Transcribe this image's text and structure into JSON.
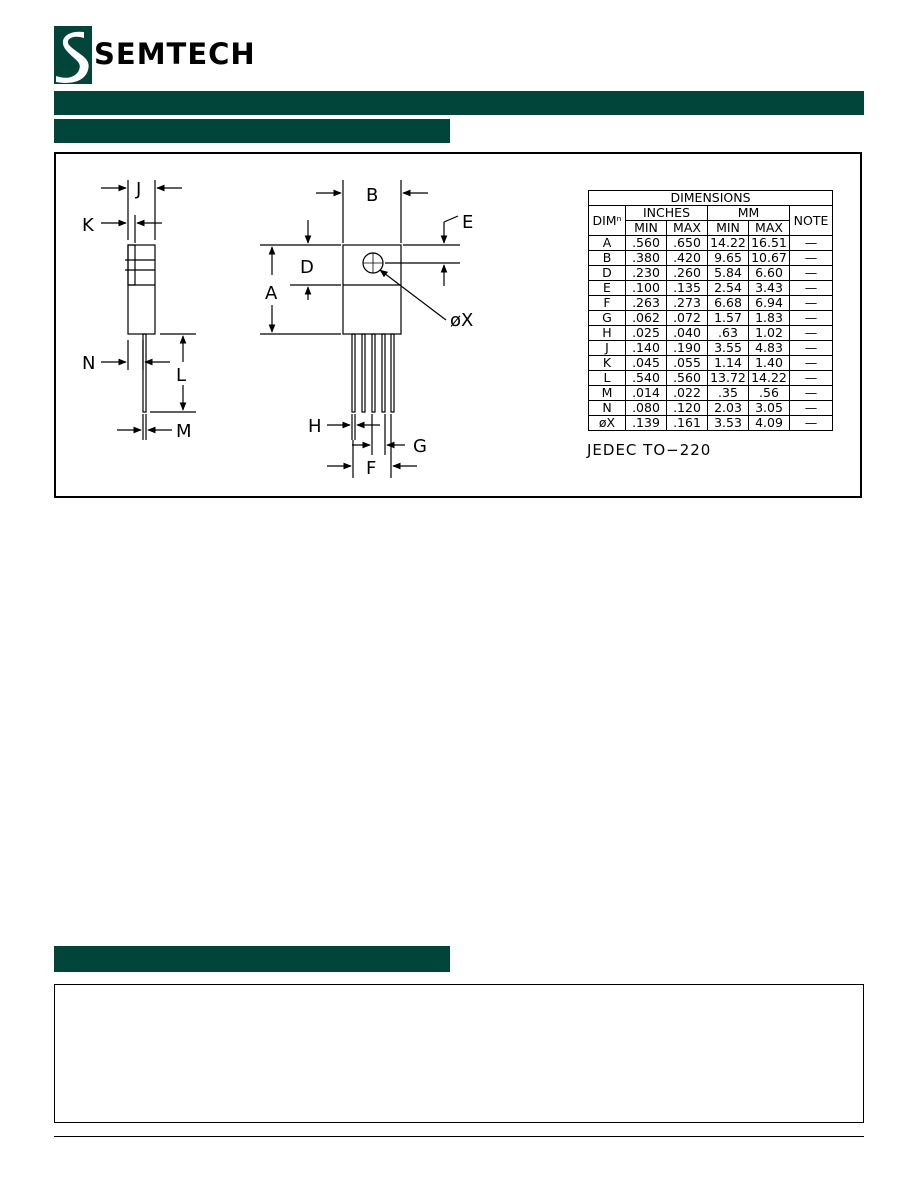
{
  "brand": {
    "name": "SEMTECH",
    "color": "#00443a"
  },
  "drawing": {
    "labels": {
      "J": "J",
      "K": "K",
      "N": "N",
      "L": "L",
      "M": "M",
      "B": "B",
      "E": "E",
      "D": "D",
      "A": "A",
      "X": "øX",
      "H": "H",
      "F": "F",
      "G": "G"
    }
  },
  "table": {
    "title": "DIMENSIONS",
    "dim_header": "DIMⁿ",
    "inches_header": "INCHES",
    "mm_header": "MM",
    "note_header": "NOTE",
    "min_label": "MIN",
    "max_label": "MAX",
    "rows": [
      {
        "dim": "A",
        "in_min": ".560",
        "in_max": ".650",
        "mm_min": "14.22",
        "mm_max": "16.51",
        "note": "—"
      },
      {
        "dim": "B",
        "in_min": ".380",
        "in_max": ".420",
        "mm_min": "9.65",
        "mm_max": "10.67",
        "note": "—"
      },
      {
        "dim": "D",
        "in_min": ".230",
        "in_max": ".260",
        "mm_min": "5.84",
        "mm_max": "6.60",
        "note": "—"
      },
      {
        "dim": "E",
        "in_min": ".100",
        "in_max": ".135",
        "mm_min": "2.54",
        "mm_max": "3.43",
        "note": "—"
      },
      {
        "dim": "F",
        "in_min": ".263",
        "in_max": ".273",
        "mm_min": "6.68",
        "mm_max": "6.94",
        "note": "—"
      },
      {
        "dim": "G",
        "in_min": ".062",
        "in_max": ".072",
        "mm_min": "1.57",
        "mm_max": "1.83",
        "note": "—"
      },
      {
        "dim": "H",
        "in_min": ".025",
        "in_max": ".040",
        "mm_min": ".63",
        "mm_max": "1.02",
        "note": "—"
      },
      {
        "dim": "J",
        "in_min": ".140",
        "in_max": ".190",
        "mm_min": "3.55",
        "mm_max": "4.83",
        "note": "—"
      },
      {
        "dim": "K",
        "in_min": ".045",
        "in_max": ".055",
        "mm_min": "1.14",
        "mm_max": "1.40",
        "note": "—"
      },
      {
        "dim": "L",
        "in_min": ".540",
        "in_max": ".560",
        "mm_min": "13.72",
        "mm_max": "14.22",
        "note": "—"
      },
      {
        "dim": "M",
        "in_min": ".014",
        "in_max": ".022",
        "mm_min": ".35",
        "mm_max": ".56",
        "note": "—"
      },
      {
        "dim": "N",
        "in_min": ".080",
        "in_max": ".120",
        "mm_min": "2.03",
        "mm_max": "3.05",
        "note": "—"
      },
      {
        "dim": "øX",
        "in_min": ".139",
        "in_max": ".161",
        "mm_min": "3.53",
        "mm_max": "4.09",
        "note": "—"
      }
    ],
    "package": "JEDEC  TO−220"
  }
}
